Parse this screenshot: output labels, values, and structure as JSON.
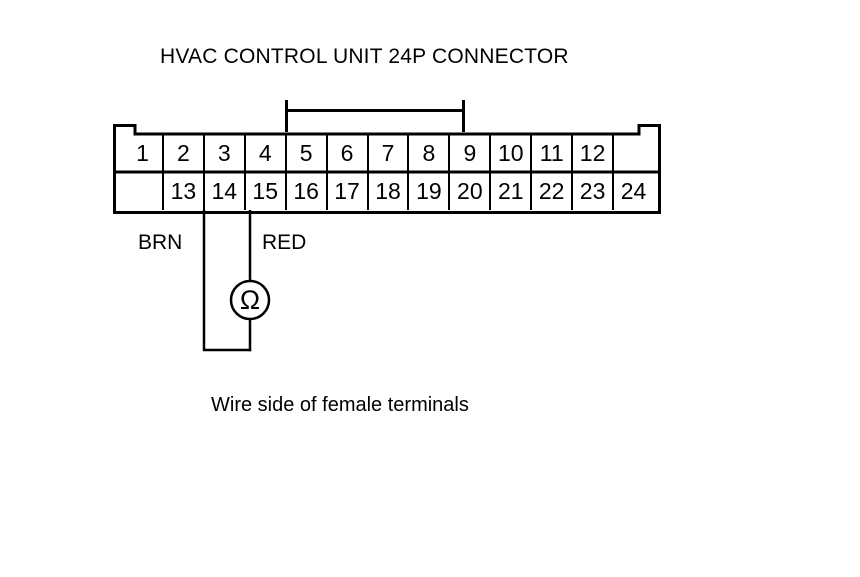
{
  "diagram": {
    "title": "HVAC CONTROL UNIT 24P CONNECTOR",
    "caption": "Wire side of female terminals",
    "line_color": "#000000",
    "background_color": "#ffffff"
  },
  "connector": {
    "name": "HVAC CONTROL UNIT 24P CONNECTOR",
    "pin_count": 24,
    "row_top": [
      "1",
      "2",
      "3",
      "4",
      "5",
      "6",
      "7",
      "8",
      "9",
      "10",
      "11",
      "12",
      ""
    ],
    "row_bottom": [
      "",
      "13",
      "14",
      "15",
      "16",
      "17",
      "18",
      "19",
      "20",
      "21",
      "22",
      "23",
      "24"
    ]
  },
  "test_circuit": {
    "meter_symbol": "Ω",
    "meter_name": "ohmmeter",
    "leads": [
      {
        "label": "BRN",
        "pin": "14"
      },
      {
        "label": "RED",
        "pin": "15"
      }
    ]
  }
}
